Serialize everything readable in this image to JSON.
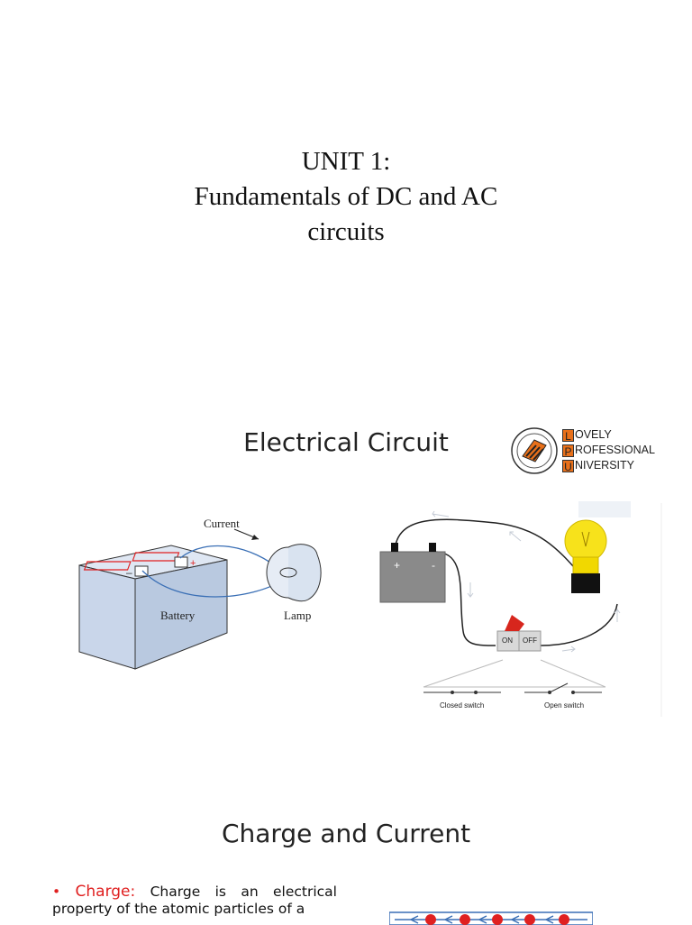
{
  "title_slide": {
    "line1": "UNIT 1:",
    "line2": "Fundamentals of DC and AC",
    "line3": "circuits"
  },
  "circuit_slide": {
    "heading": "Electrical Circuit",
    "logo": {
      "l_letter": "L",
      "l_rest": "OVELY",
      "p_letter": "P",
      "p_rest": "ROFESSIONAL",
      "u_letter": "U",
      "u_rest": "NIVERSITY"
    },
    "left_diagram": {
      "current_label": "Current",
      "battery_label": "Battery",
      "lamp_label": "Lamp"
    },
    "right_diagram": {
      "plus": "+",
      "minus": "-",
      "on_label": "ON",
      "off_label": "OFF",
      "closed_switch": "Closed switch",
      "open_switch": "Open switch"
    }
  },
  "charge_slide": {
    "heading": "Charge and Current",
    "bullet_term": "Charge:",
    "bullet_text": "Charge is an electrical property of the atomic particles of a"
  },
  "colors": {
    "accent_red": "#e02020",
    "lpu_orange": "#e8701a",
    "wire_blue": "#3a6fb5",
    "battery_fill": "#c9d6ea"
  }
}
